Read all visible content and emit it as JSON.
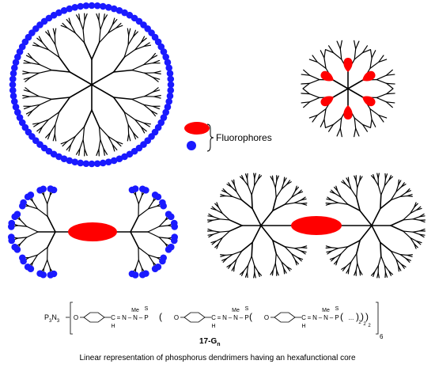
{
  "legend": {
    "label": "Fluorophores",
    "red_color": "#ff0000",
    "blue_color": "#1a1aff"
  },
  "formula": {
    "core": "P3N3",
    "segment": [
      "O",
      "C",
      "H",
      "N",
      "N",
      "Me",
      "P",
      "S"
    ],
    "repeat_suffix": "...",
    "subscripts": [
      "2",
      "2",
      "2"
    ],
    "core_multiplicity": "6",
    "compound": "17-G",
    "compound_sub": "n"
  },
  "caption": "Linear representation of phosphorus dendrimers having an hexafunctional core",
  "colors": {
    "branch": "#000000",
    "blue_fluorophore": "#1a1aff",
    "red_fluorophore": "#ff0000"
  }
}
